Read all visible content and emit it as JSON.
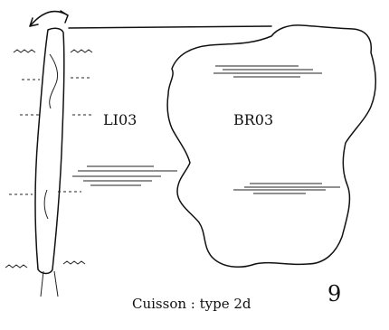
{
  "labels": {
    "left_zone": "LI03",
    "right_zone": "BR03",
    "caption": "Cuisson : type 2d",
    "figure_number": "9"
  },
  "icons": {
    "rotation_arrow": "double-headed-curved-arrow"
  }
}
